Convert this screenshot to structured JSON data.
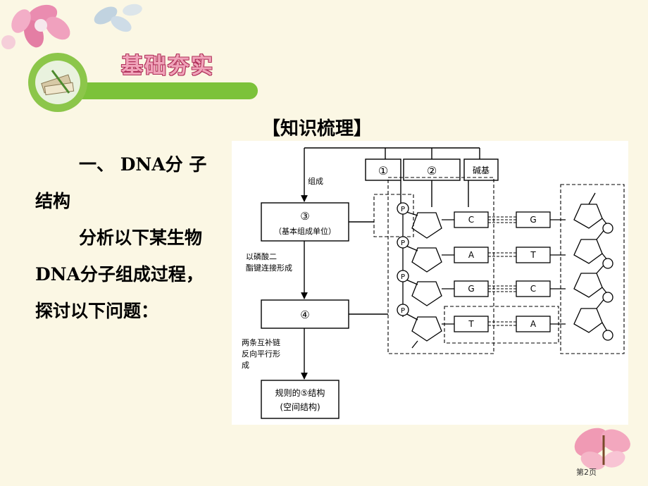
{
  "banner": {
    "title": "基础夯实"
  },
  "section": {
    "header": "【知识梳理】"
  },
  "content": {
    "line1": "一、 DNA分 子",
    "line2": "结构",
    "line3": "分析以下某生物",
    "line4": "DNA分子组成过程，",
    "line5": "探讨以下问题："
  },
  "diagram": {
    "box1": "①",
    "box2": "②",
    "box3_label": "碱基",
    "unit_num": "③",
    "unit_desc": "（基本组成单位）",
    "arrow1": "组成",
    "arrow2_line1": "以磷酸二",
    "arrow2_line2": "酯键连接形成",
    "chain_num": "④",
    "arrow3_line1": "两条互补链",
    "arrow3_line2": "反向平行形",
    "arrow3_line3": "成",
    "result_line1": "规则的⑤结构",
    "result_line2": "(空间结构)",
    "phosphate": "P",
    "left_bases": [
      "C",
      "A",
      "G",
      "T"
    ],
    "right_bases": [
      "G",
      "T",
      "C",
      "A"
    ]
  },
  "footer": {
    "page": "第2页"
  },
  "colors": {
    "accent_green": "#7cc23a",
    "title_pink": "#f0a3b9",
    "background": "#fbf7e4"
  }
}
